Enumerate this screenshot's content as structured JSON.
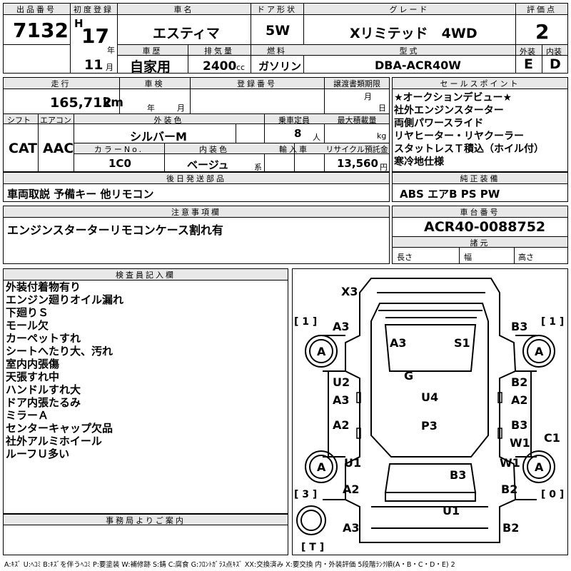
{
  "header": {
    "lot_label": "出品番号",
    "lot_no": "7132",
    "first_reg_label": "初度登録",
    "era": "H",
    "year": "17",
    "year_unit": "年",
    "month": "11",
    "month_unit": "月",
    "car_name_label": "車名",
    "car_name": "エスティマ",
    "door_label": "ドア形状",
    "door": "5W",
    "grade_label": "グレード",
    "grade": "Xリミテッド　4WD",
    "score_label": "評価点",
    "score": "2",
    "history_label": "車歴",
    "history": "自家用",
    "displacement_label": "排気量",
    "displacement": "2400",
    "cc": "cc",
    "fuel_label": "燃料",
    "fuel": "ガソリン",
    "model_label": "型式",
    "model": "DBA-ACR40W",
    "ext_label": "外装",
    "ext": "E",
    "int_label": "内装",
    "int": "D"
  },
  "row2": {
    "mileage_label": "走行",
    "mileage": "165,712",
    "km": "km",
    "inspection_label": "車検",
    "nen": "年",
    "tsuki": "月",
    "regno_label": "登録番号",
    "transfer_label": "譲渡書類期限",
    "tsuki2": "月",
    "hi": "日",
    "shift_label": "シフト",
    "shift": "CAT",
    "ac_label": "エアコン",
    "ac": "AAC",
    "color_label": "外装色",
    "color": "シルバーM",
    "capacity_label": "乗車定員",
    "capacity": "8",
    "nin": "人",
    "load_label": "最大積載量",
    "kg": "kg",
    "colorno_label": "カラーNo.",
    "colorno": "1C0",
    "intcolor_label": "内装色",
    "intcolor": "ベージュ",
    "kei": "系",
    "import_label": "輸入車",
    "recycle_label": "リサイクル預託金",
    "recycle": "13,560",
    "en": "円"
  },
  "sales": {
    "label": "セールスポイント",
    "lines": [
      "★オークションデビュー★",
      "社外エンジンスターター",
      "両側パワースライド",
      "リヤヒーター・リヤクーラー",
      "スタットレスＴ積込（ホイル付）",
      "寒冷地仕様"
    ]
  },
  "equip": {
    "label": "純正装備",
    "value": "ABS エアB PS PW"
  },
  "later": {
    "label": "後日発送部品",
    "value": "車両取説 予備キー 他リモコン"
  },
  "caution": {
    "label": "注意事項欄",
    "value": "エンジンスターターリモコンケース割れ有"
  },
  "chassis": {
    "label": "車台番号",
    "value": "ACR40-0088752",
    "spec_label": "諸元",
    "length": "長さ",
    "width": "幅",
    "height": "高さ"
  },
  "inspector": {
    "label": "検査員記入欄",
    "lines": [
      "外装付着物有り",
      "エンジン廻りオイル漏れ",
      "下廻りＳ",
      "モール欠",
      "カーペットすれ",
      "シートへたり大、汚れ",
      "室内内張傷",
      "天張すれ中",
      "ハンドルすれ大",
      "ドア内張たるみ",
      "ミラーＡ",
      "センターキャップ欠品",
      "社外アルミホイール",
      "ルーフＵ多い"
    ]
  },
  "office": {
    "label": "事務局よりご案内"
  },
  "diagram": {
    "marks": [
      {
        "t": "X3"
      },
      {
        "t": "A3"
      },
      {
        "t": "B3"
      },
      {
        "t": "A3"
      },
      {
        "t": "S1"
      },
      {
        "t": "G"
      },
      {
        "t": "U2"
      },
      {
        "t": "B2"
      },
      {
        "t": "A3"
      },
      {
        "t": "U4"
      },
      {
        "t": "A2"
      },
      {
        "t": "A2"
      },
      {
        "t": "P3"
      },
      {
        "t": "B3"
      },
      {
        "t": "W1"
      },
      {
        "t": "C1"
      },
      {
        "t": "U1"
      },
      {
        "t": "W1"
      },
      {
        "t": "B3"
      },
      {
        "t": "A2"
      },
      {
        "t": "B2"
      },
      {
        "t": "U1"
      },
      {
        "t": "A3"
      },
      {
        "t": "B2"
      }
    ],
    "tires": [
      {
        "t": "A"
      },
      {
        "t": "A"
      },
      {
        "t": "A"
      },
      {
        "t": "A"
      }
    ],
    "tire_counts": [
      "[ 1 ]",
      "[ 1 ]",
      "[ 3 ]",
      "[ 0 ]",
      "[ T ]"
    ]
  },
  "legend": "A:ｷｽﾞ U:ﾍｺﾐ B:ｷｽﾞを伴うﾍｺﾐ P:要塗装 W:補修跡 S:錆 C:腐食 G:ﾌﾛﾝﾄｶﾞﾗｽ点ｷｽﾞ XX:交換済み X:要交換 内・外装評価 5段階ﾗﾝｸ順(A・B・C・D・E) 2"
}
